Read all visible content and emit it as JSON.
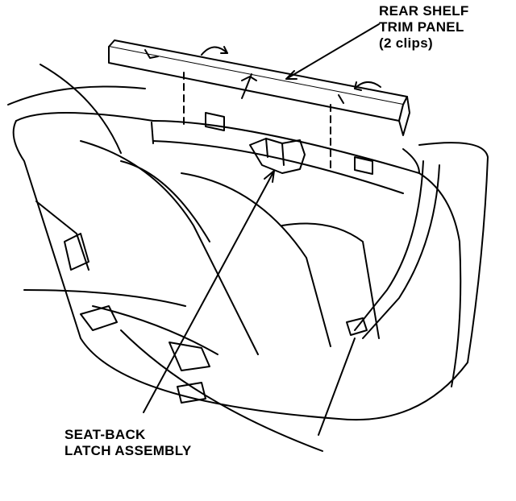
{
  "labels": {
    "rear_shelf_trim_panel": {
      "lines": [
        "REAR SHELF",
        "TRIM PANEL",
        "(2 clips)"
      ]
    },
    "seat_back_latch_assembly": {
      "lines": [
        "SEAT-BACK",
        "LATCH ASSEMBLY"
      ]
    }
  },
  "colors": {
    "ink": "#000000",
    "paper": "#ffffff"
  }
}
